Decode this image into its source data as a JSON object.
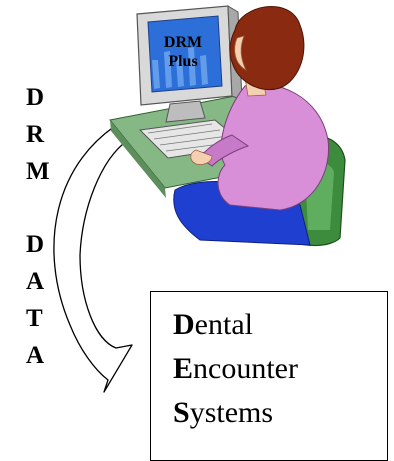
{
  "monitor": {
    "label_line1": "DRM",
    "label_line2": "Plus"
  },
  "arrow_label": {
    "letters": [
      "D",
      "R",
      "M",
      "D",
      "A",
      "T",
      "A"
    ]
  },
  "target_box": {
    "lines": [
      {
        "initial": "D",
        "rest": "ental"
      },
      {
        "initial": "E",
        "rest": "ncounter"
      },
      {
        "initial": "S",
        "rest": "ystems"
      }
    ]
  },
  "colors": {
    "arrow_fill": "#ffffff",
    "arrow_stroke": "#000000",
    "screen_blue": "#2d6fd8",
    "monitor_gray": "#d9d9d9",
    "desk_green": "#7fb27f",
    "sweater_pink": "#d88fd8",
    "skirt_blue": "#1f3fd0",
    "chair_green": "#3d8c3d",
    "hair_brown": "#8a2a10"
  }
}
